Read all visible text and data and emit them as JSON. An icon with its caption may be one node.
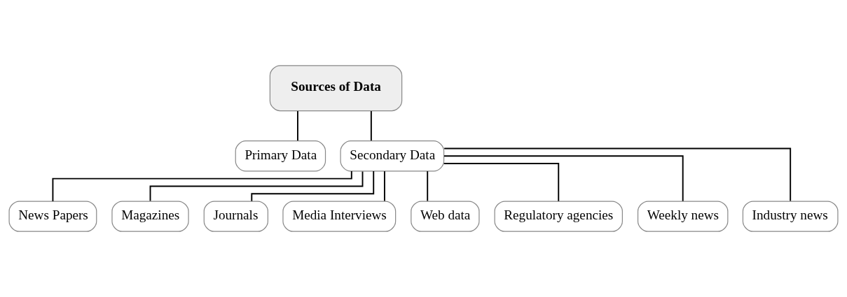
{
  "diagram": {
    "nodes": [
      {
        "text": [
          "Sources of Data"
        ]
      },
      {
        "text": [
          "Primary Data"
        ]
      },
      {
        "text": [
          "Secondary Data"
        ]
      },
      {
        "text": [
          "News Papers"
        ]
      },
      {
        "text": [
          "Magazines"
        ]
      },
      {
        "text": [
          "Journals"
        ]
      },
      {
        "text": [
          "Media Interviews"
        ]
      },
      {
        "text": [
          "Web data"
        ]
      },
      {
        "text": [
          "Regulatory agencies"
        ]
      },
      {
        "text": [
          "Weekly news"
        ]
      },
      {
        "text": [
          "Industry news"
        ]
      }
    ],
    "edges": [
      {
        "from": 0,
        "to": 1,
        "arrow": "none"
      },
      {
        "from": 0,
        "to": 2,
        "arrow": "none"
      },
      {
        "from": 2,
        "to": 3,
        "arrow": "none"
      },
      {
        "from": 2,
        "to": 4,
        "arrow": "none"
      },
      {
        "from": 2,
        "to": 5,
        "arrow": "none"
      },
      {
        "from": 2,
        "to": 6,
        "arrow": "none"
      },
      {
        "from": 2,
        "to": 7,
        "arrow": "none"
      },
      {
        "from": 2,
        "to": 8,
        "arrow": "none"
      },
      {
        "from": 2,
        "to": 9,
        "arrow": "none"
      },
      {
        "from": 2,
        "to": 10,
        "arrow": "none"
      }
    ]
  }
}
